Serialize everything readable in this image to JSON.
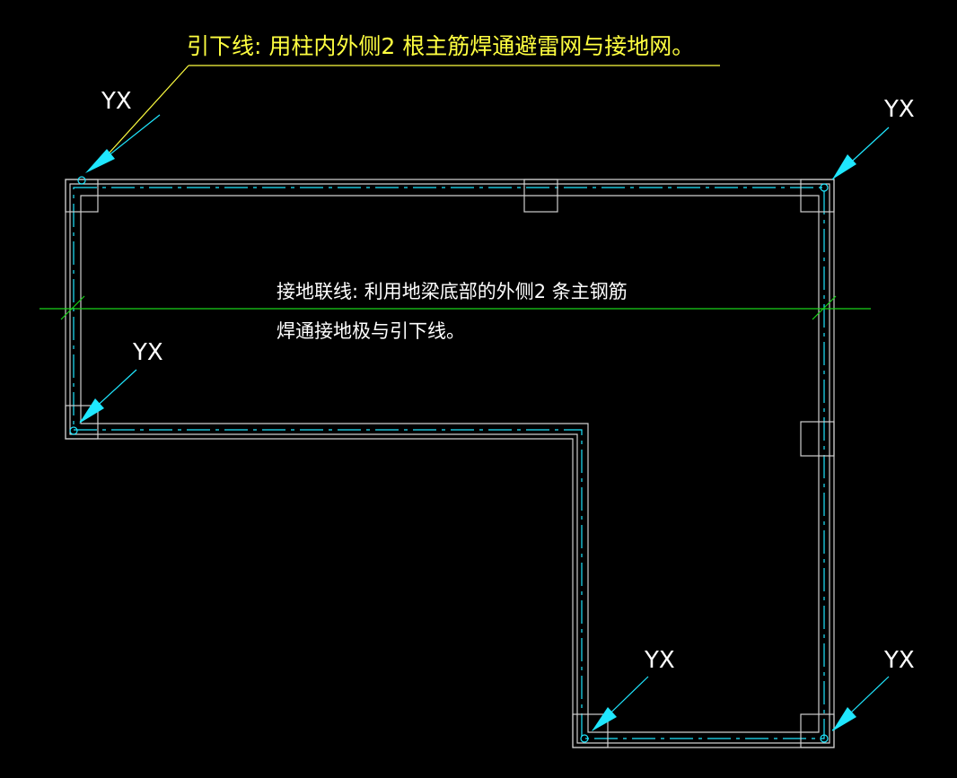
{
  "annotations": {
    "down_conductor_note": "引下线: 用柱内外侧2 根主筋焊通避雷网与接地网。",
    "ground_link_line1": "接地联线: 利用地梁底部的外侧2 条主钢筋",
    "ground_link_line2": "焊通接地极与引下线。"
  },
  "markers": [
    {
      "id": "top-left",
      "label": "YX"
    },
    {
      "id": "top-right",
      "label": "YX"
    },
    {
      "id": "mid-left",
      "label": "YX"
    },
    {
      "id": "bottom-middle",
      "label": "YX"
    },
    {
      "id": "bottom-right",
      "label": "YX"
    }
  ],
  "colors": {
    "background": "#000000",
    "outline": "#cfcfcf",
    "cyan": "#1fe7ff",
    "green": "#19d419",
    "yellow_text": "#ffff40",
    "white_text": "#ffffff",
    "marker_text": "#ffffff"
  }
}
